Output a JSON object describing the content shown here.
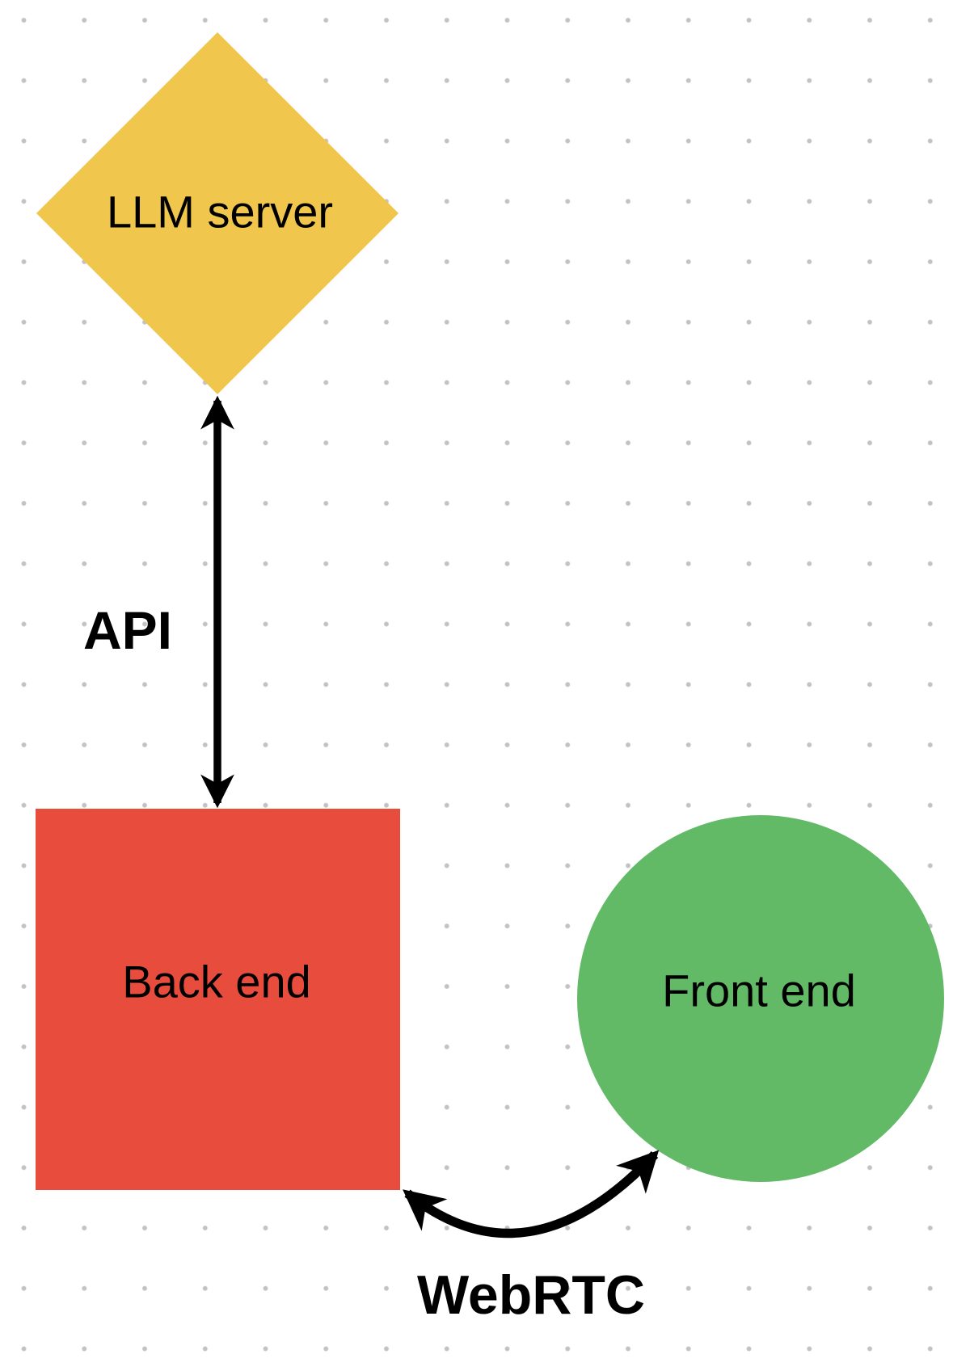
{
  "diagram": {
    "background": {
      "canvas_color": "#FFFFFF",
      "dot_grid_color": "#C2C2C2"
    },
    "nodes": [
      {
        "id": "llm-server",
        "shape": "diamond",
        "label": "LLM server",
        "color": "#F0C64C"
      },
      {
        "id": "back-end",
        "shape": "square",
        "label": "Back end",
        "color": "#E84C3D"
      },
      {
        "id": "front-end",
        "shape": "circle",
        "label": "Front end",
        "color": "#62B966"
      }
    ],
    "edges": [
      {
        "id": "api",
        "label": "API",
        "from": "llm-server",
        "to": "back-end",
        "style": "straight-double-headed-arrow",
        "color": "#000000"
      },
      {
        "id": "webrtc",
        "label": "WebRTC",
        "from": "back-end",
        "to": "front-end",
        "style": "curved-double-headed-arrow",
        "color": "#000000"
      }
    ]
  }
}
